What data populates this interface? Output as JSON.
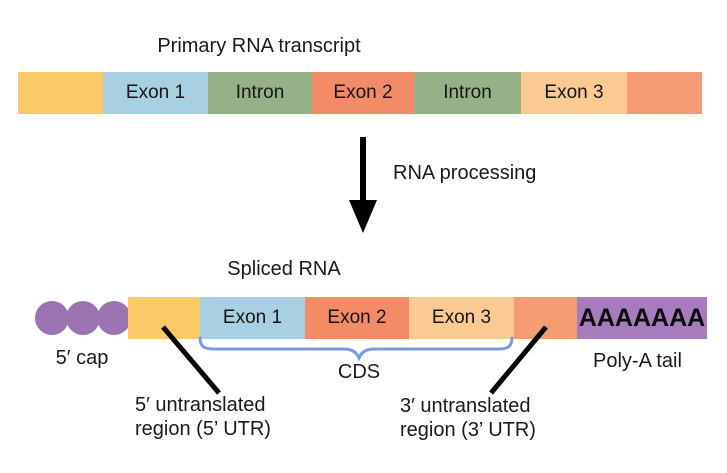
{
  "palette": {
    "yellow": "#FACB67",
    "blue": "#A9CFE2",
    "green": "#95B187",
    "red": "#F28B66",
    "peach": "#FBCA93",
    "salmon": "#F59C74",
    "purple": "#A67CBE",
    "cap_purple": "#9C73B1",
    "brace_blue": "#7B99E8",
    "text": "#1A1A1A",
    "arrow_black": "#000000"
  },
  "primary_transcript": {
    "title": "Primary RNA transcript",
    "segments": [
      {
        "label": "",
        "color": "yellow",
        "width": 85
      },
      {
        "label": "Exon 1",
        "color": "blue",
        "width": 105
      },
      {
        "label": "Intron",
        "color": "green",
        "width": 104
      },
      {
        "label": "Exon 2",
        "color": "red",
        "width": 102
      },
      {
        "label": "Intron",
        "color": "green",
        "width": 107
      },
      {
        "label": "Exon 3",
        "color": "peach",
        "width": 106
      },
      {
        "label": "",
        "color": "salmon",
        "width": 75
      }
    ]
  },
  "process_arrow": {
    "label": "RNA processing"
  },
  "spliced_rna": {
    "title": "Spliced RNA",
    "cap_label": "5′ cap",
    "cap_circle_count": 3,
    "segments": [
      {
        "label": "",
        "color": "yellow",
        "width": 72
      },
      {
        "label": "Exon 1",
        "color": "blue",
        "width": 105
      },
      {
        "label": "Exon 2",
        "color": "red",
        "width": 104
      },
      {
        "label": "Exon 3",
        "color": "peach",
        "width": 105
      },
      {
        "label": "",
        "color": "salmon",
        "width": 63
      },
      {
        "label": "AAAAAAA",
        "color": "purple",
        "width": 130,
        "bold": true
      }
    ],
    "polya_label": "Poly-A tail",
    "cds_label": "CDS",
    "utr5_label_line1": "5′ untranslated",
    "utr5_label_line2": "region (5’ UTR)",
    "utr3_label_line1": "3′ untranslated",
    "utr3_label_line2": "region (3’ UTR)"
  }
}
